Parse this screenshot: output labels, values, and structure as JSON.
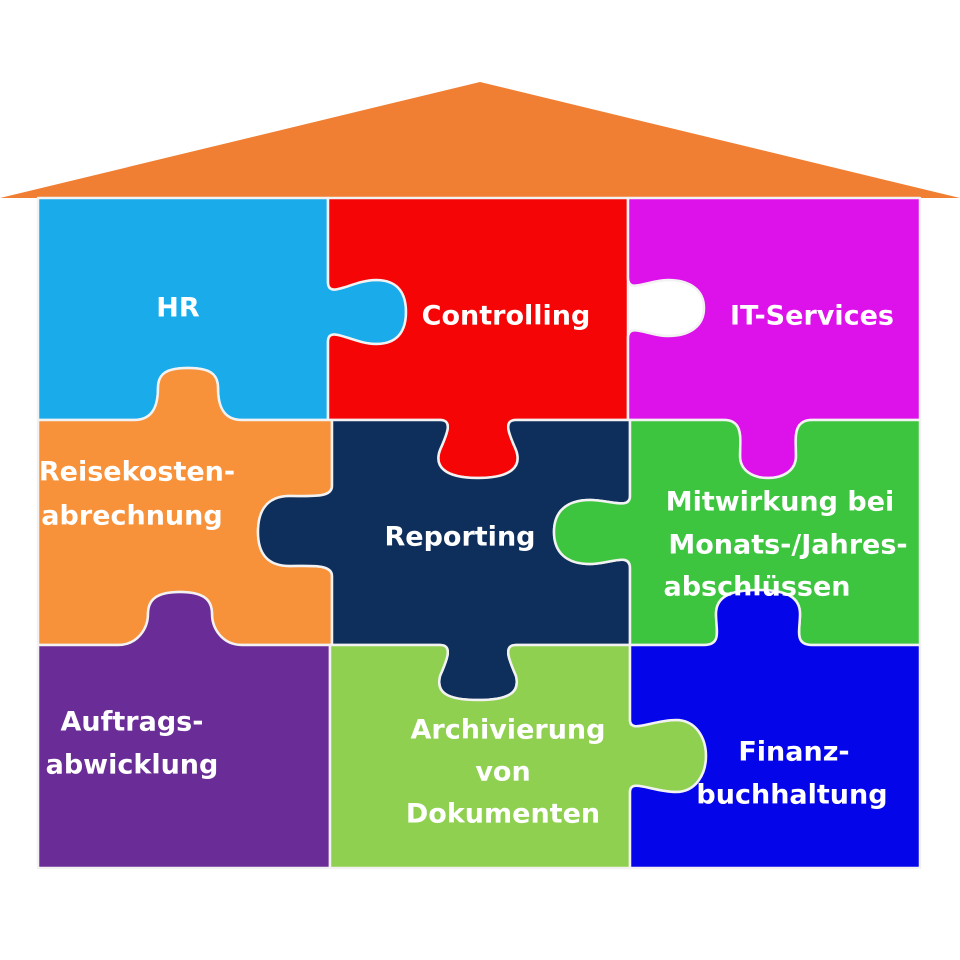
{
  "pieces": [
    {
      "id": "hr",
      "lines": [
        "HR"
      ],
      "color": "#1aabea"
    },
    {
      "id": "controlling",
      "lines": [
        "Controlling"
      ],
      "color": "#f50505"
    },
    {
      "id": "it-services",
      "lines": [
        "IT-Services"
      ],
      "color": "#dd11e9"
    },
    {
      "id": "reisekosten",
      "lines": [
        "Reisekosten-",
        "abrechnung"
      ],
      "color": "#f7923a"
    },
    {
      "id": "reporting",
      "lines": [
        "Reporting"
      ],
      "color": "#0e2e5b"
    },
    {
      "id": "mitwirkung",
      "lines": [
        "Mitwirkung bei",
        "Monats-/Jahres-",
        "abschlüssen"
      ],
      "color": "#3dc53f"
    },
    {
      "id": "auftrag",
      "lines": [
        "Auftrags-",
        "abwicklung"
      ],
      "color": "#6a2c96"
    },
    {
      "id": "archiv",
      "lines": [
        "Archivierung",
        "von",
        "Dokumenten"
      ],
      "color": "#8fd050"
    },
    {
      "id": "finanz",
      "lines": [
        "Finanz-",
        "buchhaltung"
      ],
      "color": "#0505ea"
    }
  ],
  "roof_color": "#f07f33"
}
